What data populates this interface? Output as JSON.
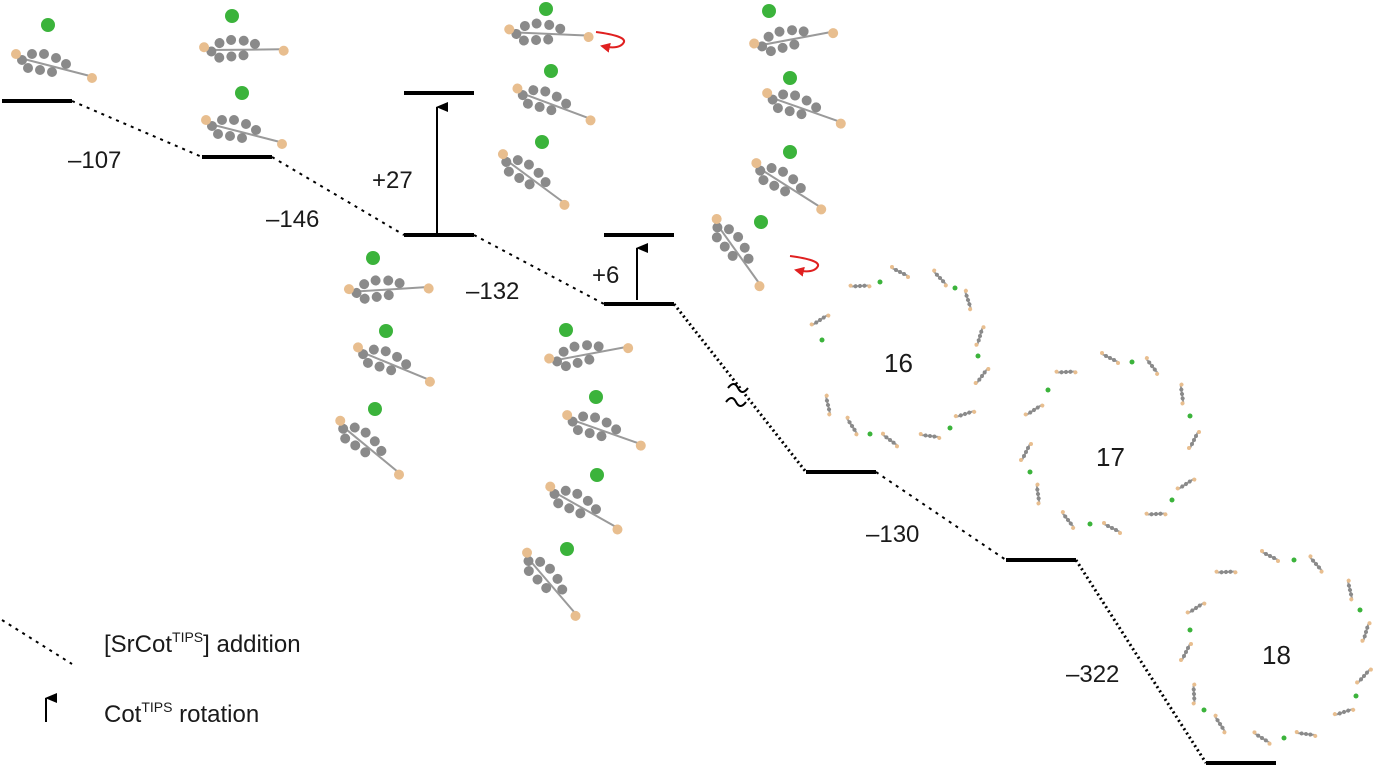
{
  "energies": {
    "e1": "–107",
    "e2": "–146",
    "e3": "+27",
    "e4": "–132",
    "e5": "+6",
    "e6": "–130",
    "e7": "–322"
  },
  "rings": {
    "r16": "16",
    "r17": "17",
    "r18": "18"
  },
  "legend": {
    "addition_pre": "[SrCot",
    "addition_sup": "TIPS",
    "addition_post": "] addition",
    "rotation_pre": "Cot",
    "rotation_sup": "TIPS",
    "rotation_post": " rotation"
  },
  "colors": {
    "strontium": "#3bb33b",
    "silicon": "#e8be8f",
    "carbon": "#8a8a8a",
    "rotation_arrow": "#e02020"
  },
  "icons": [
    "rotation-arrow-icon",
    "up-arrow-icon",
    "molecule-fragment",
    "ring-structure"
  ]
}
